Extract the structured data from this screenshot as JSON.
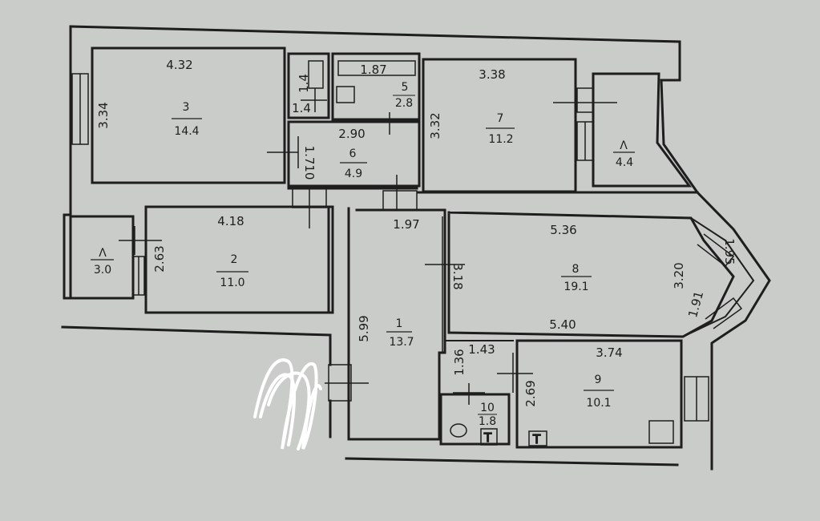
{
  "colors": {
    "paper": "#c9ccc8",
    "ink": "#1e1e1e",
    "scribble": "#ffffff"
  },
  "rooms": [
    {
      "id": "r3",
      "number": "3",
      "area": "14.4"
    },
    {
      "id": "r2",
      "number": "2",
      "area": "11.0"
    },
    {
      "id": "r5",
      "number": "5",
      "area": "2.8"
    },
    {
      "id": "r6",
      "number": "6",
      "area": "4.9"
    },
    {
      "id": "r7",
      "number": "7",
      "area": "11.2"
    },
    {
      "id": "r1",
      "number": "1",
      "area": "13.7"
    },
    {
      "id": "r8",
      "number": "8",
      "area": "19.1"
    },
    {
      "id": "r9",
      "number": "9",
      "area": "10.1"
    },
    {
      "id": "r10",
      "number": "10",
      "area": "1.8"
    },
    {
      "id": "bal-right",
      "number": "Λ",
      "area": "4.4"
    },
    {
      "id": "bal-left",
      "number": "Λ",
      "area": "3.0"
    }
  ],
  "dimensions": {
    "r3_width": "4.32",
    "r3_height": "3.34",
    "r4_small_a": "1.4",
    "r4_small_b": "1.4",
    "r5_width": "1.87",
    "r6_width": "2.90",
    "r6_height": "1.710",
    "r7_width": "3.38",
    "r7_height": "3.32",
    "r2_width": "4.18",
    "r2_height": "2.63",
    "hall_width": "1.97",
    "hall_height": "5.99",
    "r8_width_top": "5.36",
    "r8_width_bottom": "5.40",
    "r8_height": "3.20",
    "r8_inner": "3.18",
    "bay_upper": "1.95",
    "bay_lower": "1.91",
    "r10_height": "1.36",
    "r10_width": "1.43",
    "r9_width": "3.74",
    "r9_height": "2.69"
  }
}
